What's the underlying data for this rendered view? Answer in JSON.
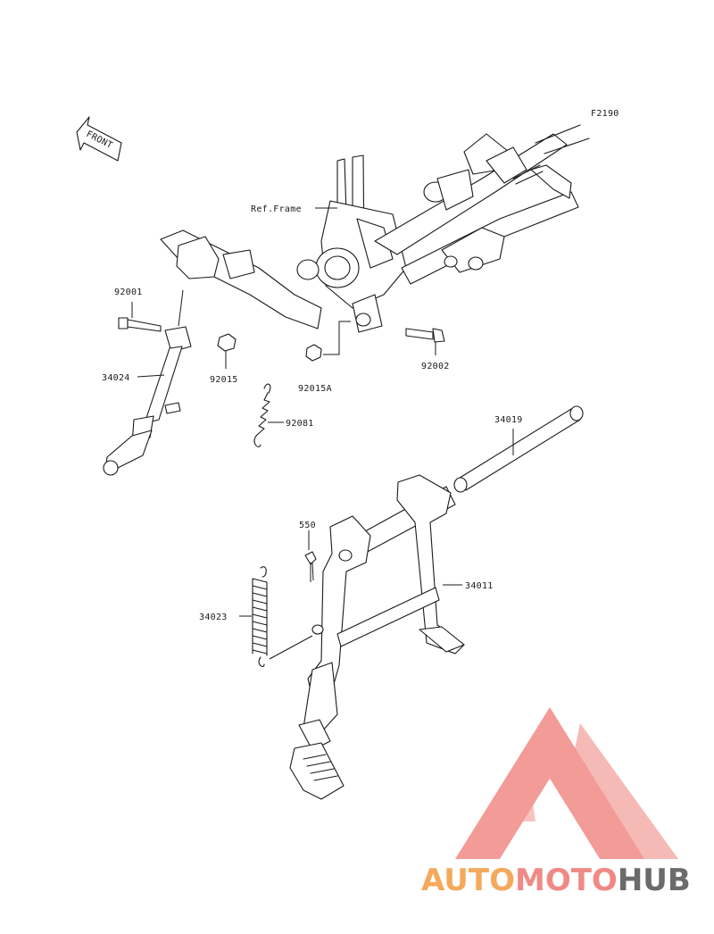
{
  "diagram": {
    "code": "F2190",
    "front_marker": "FRONT",
    "ref_label": "Ref.Frame",
    "callouts": {
      "c92001": "92001",
      "c34024": "34024",
      "c92015": "92015",
      "c92015A": "92015A",
      "c92081": "92081",
      "c92002": "92002",
      "c34019": "34019",
      "c550": "550",
      "c34011": "34011",
      "c34023": "34023"
    }
  },
  "watermark": {
    "part1": "AUTO",
    "part2": "MOTO",
    "part3": "HUB",
    "colors": {
      "auto": "#f5a95c",
      "moto": "#f08a86",
      "hub": "#6b6b6b",
      "triangle": "#f08a86"
    }
  }
}
